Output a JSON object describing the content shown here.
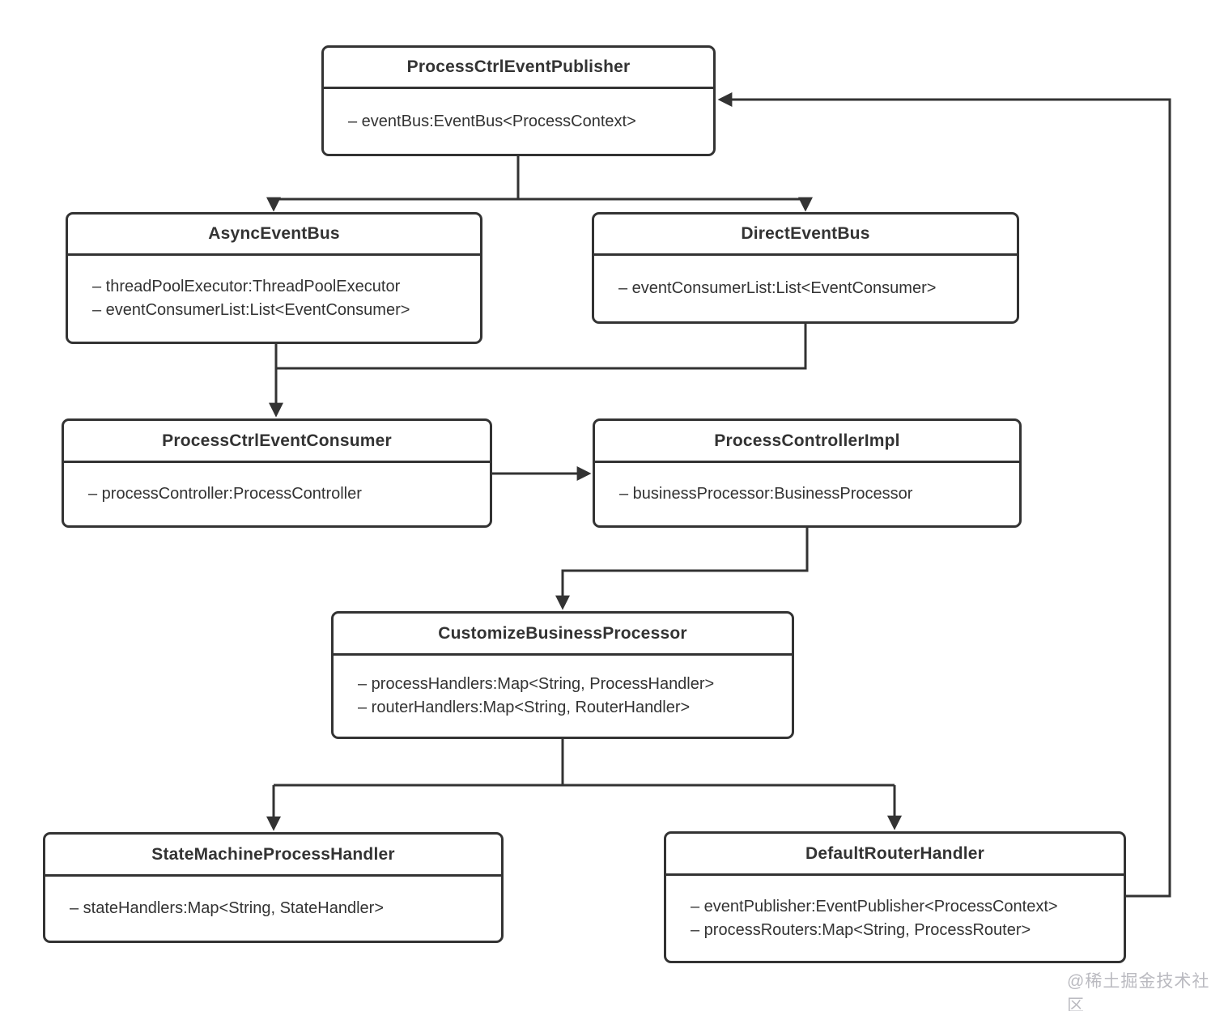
{
  "diagram": {
    "type": "uml-class-diagram",
    "classes": [
      {
        "title": "ProcessCtrlEventPublisher",
        "attributes": [
          "– eventBus:EventBus<ProcessContext>"
        ]
      },
      {
        "title": "AsyncEventBus",
        "attributes": [
          "– threadPoolExecutor:ThreadPoolExecutor",
          "– eventConsumerList:List<EventConsumer>"
        ]
      },
      {
        "title": "DirectEventBus",
        "attributes": [
          "– eventConsumerList:List<EventConsumer>"
        ]
      },
      {
        "title": "ProcessCtrlEventConsumer",
        "attributes": [
          "– processController:ProcessController"
        ]
      },
      {
        "title": "ProcessControllerImpl",
        "attributes": [
          "– businessProcessor:BusinessProcessor"
        ]
      },
      {
        "title": "CustomizeBusinessProcessor",
        "attributes": [
          "– processHandlers:Map<String, ProcessHandler>",
          "– routerHandlers:Map<String, RouterHandler>"
        ]
      },
      {
        "title": "StateMachineProcessHandler",
        "attributes": [
          "– stateHandlers:Map<String, StateHandler>"
        ]
      },
      {
        "title": "DefaultRouterHandler",
        "attributes": [
          "– eventPublisher:EventPublisher<ProcessContext>",
          "– processRouters:Map<String, ProcessRouter>"
        ]
      }
    ],
    "edges": [
      "ProcessCtrlEventPublisher -> AsyncEventBus",
      "ProcessCtrlEventPublisher -> DirectEventBus",
      "AsyncEventBus -> ProcessCtrlEventConsumer",
      "DirectEventBus -> ProcessCtrlEventConsumer",
      "ProcessCtrlEventConsumer -> ProcessControllerImpl",
      "ProcessControllerImpl -> CustomizeBusinessProcessor",
      "CustomizeBusinessProcessor -> StateMachineProcessHandler",
      "CustomizeBusinessProcessor -> DefaultRouterHandler",
      "DefaultRouterHandler -> ProcessCtrlEventPublisher"
    ],
    "watermark": "@稀土掘金技术社区",
    "colors": {
      "stroke": "#333333",
      "text": "#333333",
      "bg": "#ffffff",
      "watermark": "#babac0"
    }
  }
}
